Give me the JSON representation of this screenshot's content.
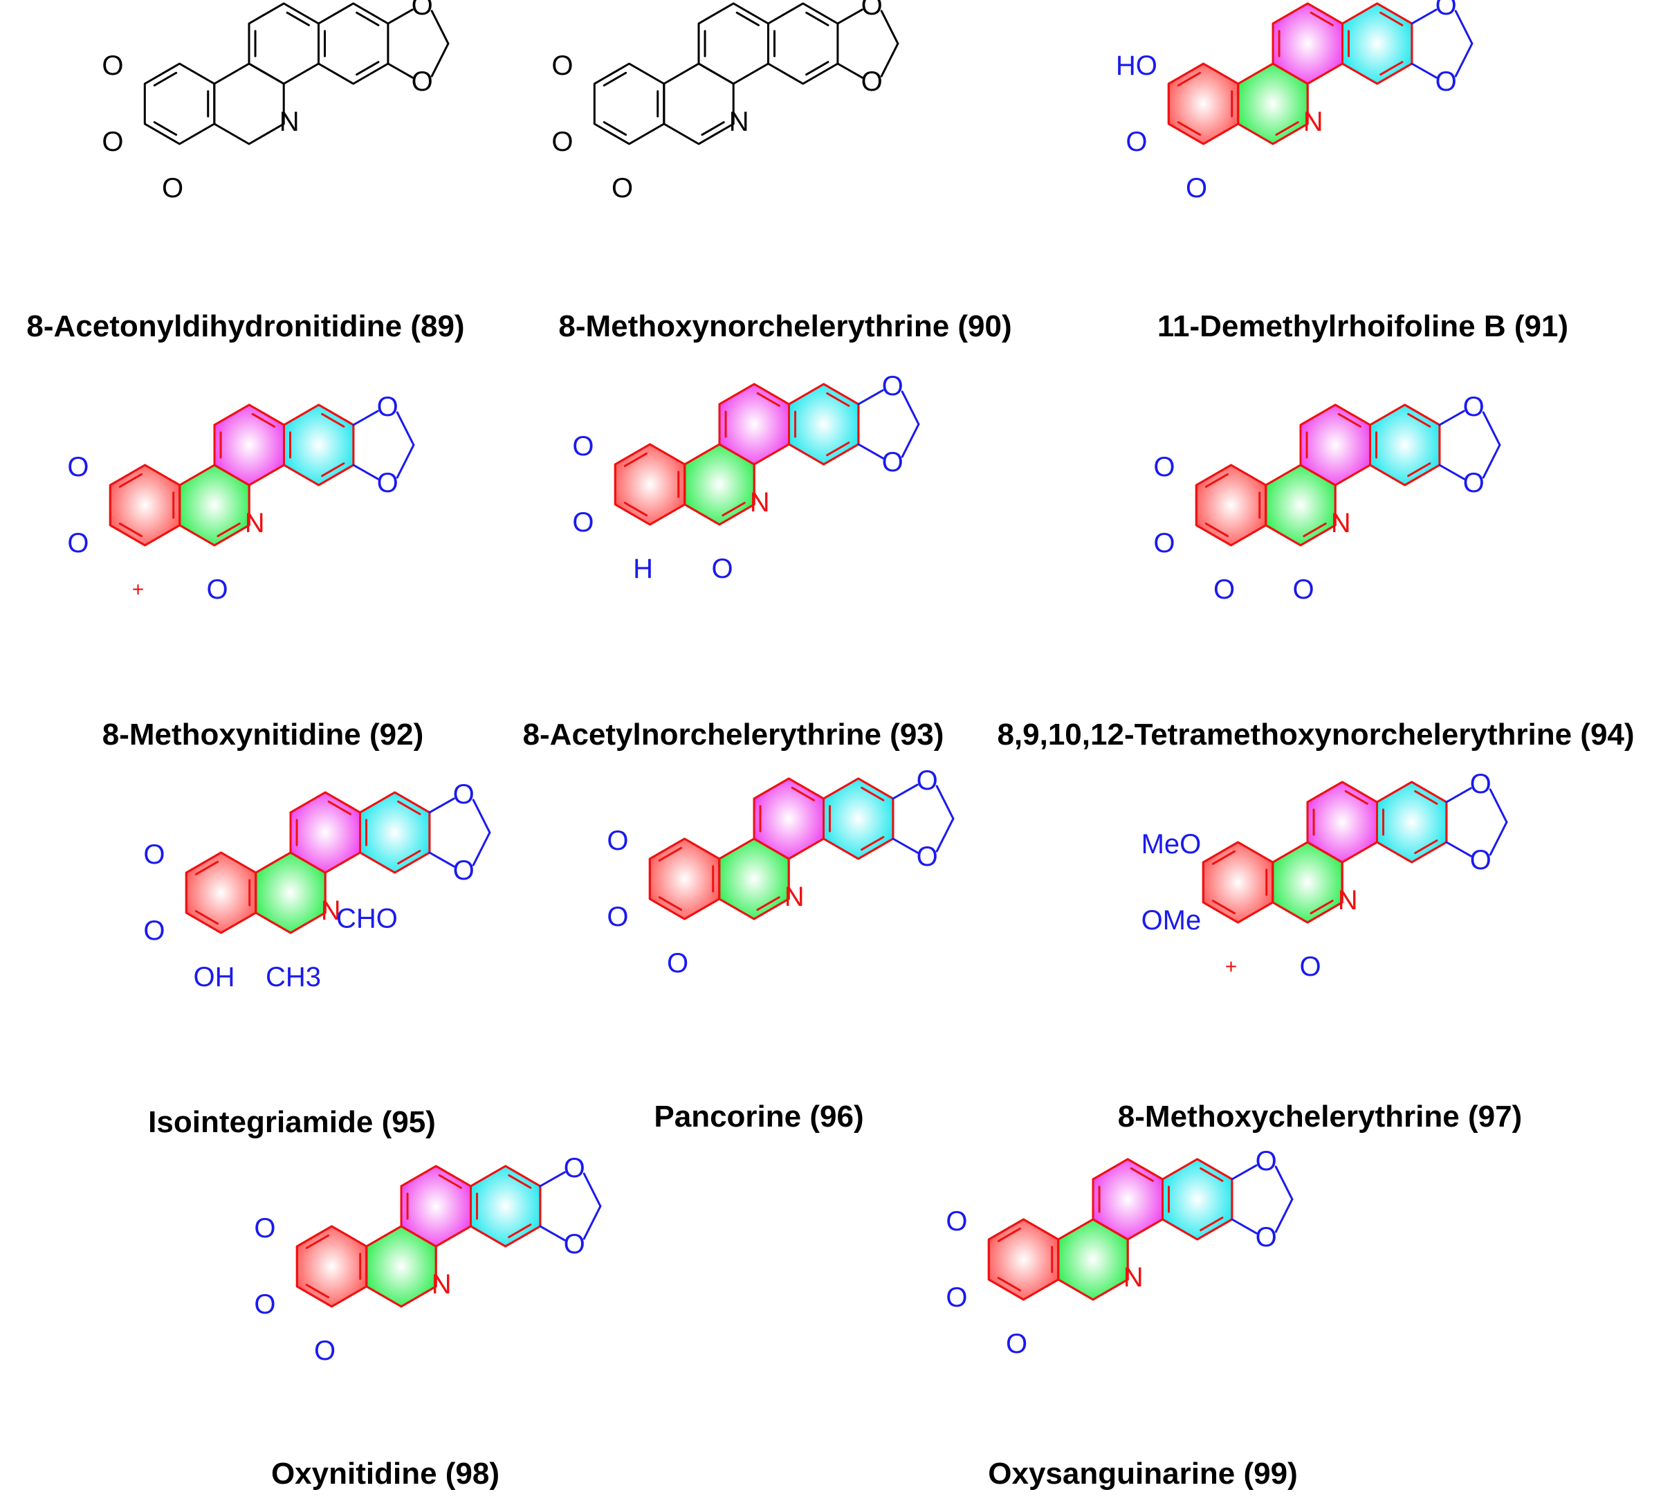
{
  "figure": {
    "compounds": [
      {
        "label": "8-Acetonyldihydronitidine (89)",
        "color": "black",
        "atom_labels": [
          "O",
          "O",
          "O",
          "O",
          "N",
          "O"
        ]
      },
      {
        "label": "8-Methoxynorchelerythrine (90)",
        "color": "black",
        "atom_labels": [
          "O",
          "O",
          "O",
          "O",
          "O",
          "N"
        ]
      },
      {
        "label": "11-Demethylrhoifoline B (91)",
        "color": "blue",
        "atom_labels": [
          "HO",
          "O",
          "O",
          "O",
          "O",
          "N"
        ]
      },
      {
        "label": "8-Methoxynitidine (92)",
        "color": "blue",
        "atom_labels": [
          "O",
          "O",
          "O",
          "O",
          "N",
          "+",
          "O"
        ]
      },
      {
        "label": "8-Acetylnorchelerythrine (93)",
        "color": "blue",
        "atom_labels": [
          "O",
          "O",
          "O",
          "O",
          "N",
          "H",
          "O"
        ]
      },
      {
        "label": "8,9,10,12-Tetramethoxynorchelerythrine (94)",
        "color": "blue",
        "atom_labels": [
          "O",
          "O",
          "O",
          "O",
          "O",
          "O",
          "N"
        ]
      },
      {
        "label": "Isointegriamide (95)",
        "color": "blue",
        "atom_labels": [
          "O",
          "O",
          "O",
          "O",
          "OH",
          "N",
          "CH3",
          "CHO"
        ]
      },
      {
        "label": "Pancorine (96)",
        "color": "blue",
        "atom_labels": [
          "O",
          "O",
          "O",
          "O",
          "N",
          "O"
        ]
      },
      {
        "label": "8-Methoxychelerythrine (97)",
        "color": "blue",
        "atom_labels": [
          "O",
          "O",
          "MeO",
          "OMe",
          "N",
          "+",
          "O"
        ]
      },
      {
        "label": "Oxynitidine (98)",
        "color": "blue",
        "atom_labels": [
          "O",
          "O",
          "O",
          "O",
          "N",
          "O"
        ]
      },
      {
        "label": "Oxysanguinarine (99)",
        "color": "blue",
        "atom_labels": [
          "O",
          "O",
          "O",
          "O",
          "N",
          "O"
        ]
      }
    ],
    "ring_colors": {
      "ring_a": "#ff5a5a",
      "ring_b": "#33ee55",
      "ring_c": "#ee44ee",
      "ring_d": "#22e8ee",
      "bond_red": "#ee1111",
      "heteroatom_blue": "#1a1aee",
      "heteroatom_red": "#ee1111"
    }
  }
}
